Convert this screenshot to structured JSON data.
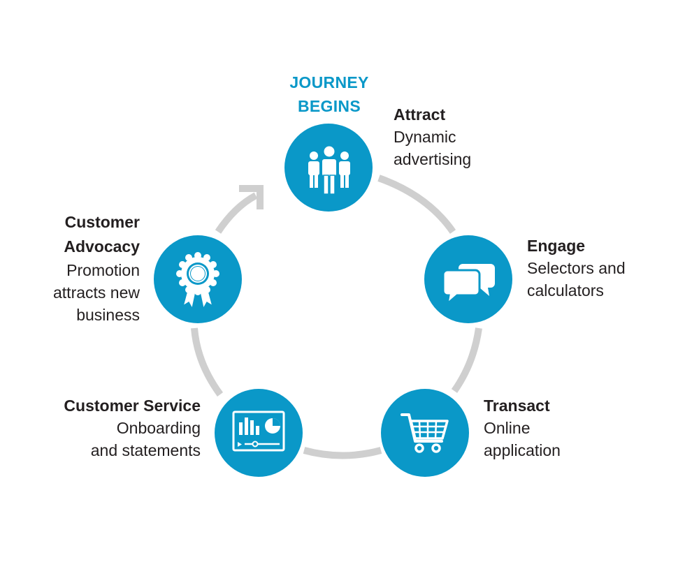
{
  "start_label": [
    "JOURNEY",
    "BEGINS"
  ],
  "colors": {
    "accent": "#0a98c8",
    "connector": "#cfcfcf",
    "text": "#231f20"
  },
  "stages": [
    {
      "icon": "people-group-icon",
      "title": "Attract",
      "desc": [
        "Dynamic",
        "advertising"
      ]
    },
    {
      "icon": "chat-bubbles-icon",
      "title": "Engage",
      "desc": [
        "Selectors and",
        "calculators"
      ]
    },
    {
      "icon": "shopping-cart-icon",
      "title": "Transact",
      "desc": [
        "Online",
        "application"
      ]
    },
    {
      "icon": "dashboard-screen-icon",
      "title": "Customer Service",
      "desc": [
        "Onboarding",
        "and statements"
      ]
    },
    {
      "icon": "award-ribbon-icon",
      "title": "Customer Advocacy",
      "desc": [
        "Promotion",
        "attracts new",
        "business"
      ]
    }
  ]
}
